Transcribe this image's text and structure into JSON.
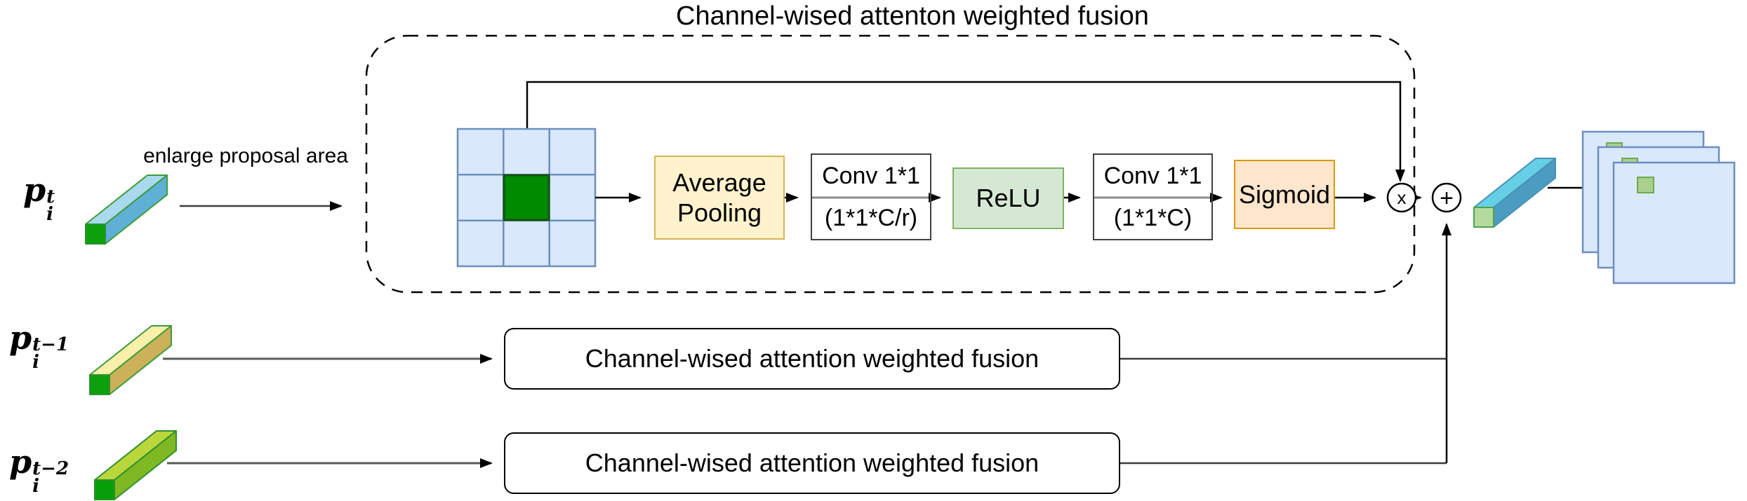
{
  "title": "Channel-wised attenton weighted fusion",
  "annotations": {
    "enlarge_label": "enlarge proposal area"
  },
  "inputs": [
    {
      "base": "p",
      "sub": "i",
      "sup": "t"
    },
    {
      "base": "p",
      "sub": "i",
      "sup": "t−1"
    },
    {
      "base": "p",
      "sub": "i",
      "sup": "t−2"
    }
  ],
  "blocks": {
    "avg_pooling": {
      "line1": "Average",
      "line2": "Pooling"
    },
    "conv1": {
      "line1": "Conv 1*1",
      "line2": "(1*1*C/r)"
    },
    "relu": {
      "label": "ReLU"
    },
    "conv2": {
      "line1": "Conv 1*1",
      "line2": "(1*1*C)"
    },
    "sigmoid": {
      "label": "Sigmoid"
    }
  },
  "fusion_boxes": [
    {
      "label": "Channel-wised attention weighted fusion"
    },
    {
      "label": "Channel-wised attention weighted fusion"
    }
  ],
  "operators": {
    "multiply": "x",
    "add": "+"
  },
  "colors": {
    "avg_pooling_fill": "#fff2cc",
    "avg_pooling_border": "#d6b656",
    "relu_fill": "#d5e8d4",
    "relu_border": "#82b366",
    "sigmoid_fill": "#ffe6cc",
    "sigmoid_border": "#d79b00",
    "grid_cell_fill": "#dae8fc",
    "grid_border": "#6c8ebf",
    "grid_center_fill": "#008a00",
    "feature_map_fill": "#dae8fc",
    "proposal_green": "#a9d08e",
    "bar_t_top": "#a9d9ef",
    "bar_t_side": "#5fb0d4",
    "bar_t1_top": "#fcefa9",
    "bar_t1_side": "#ccb05a",
    "bar_t2_top": "#b9d63a",
    "bar_t2_side": "#7fb823",
    "bar_out_top": "#66cfe6",
    "bar_out_side": "#4c9cc2",
    "bar_cap_green": "#0ca00c"
  }
}
